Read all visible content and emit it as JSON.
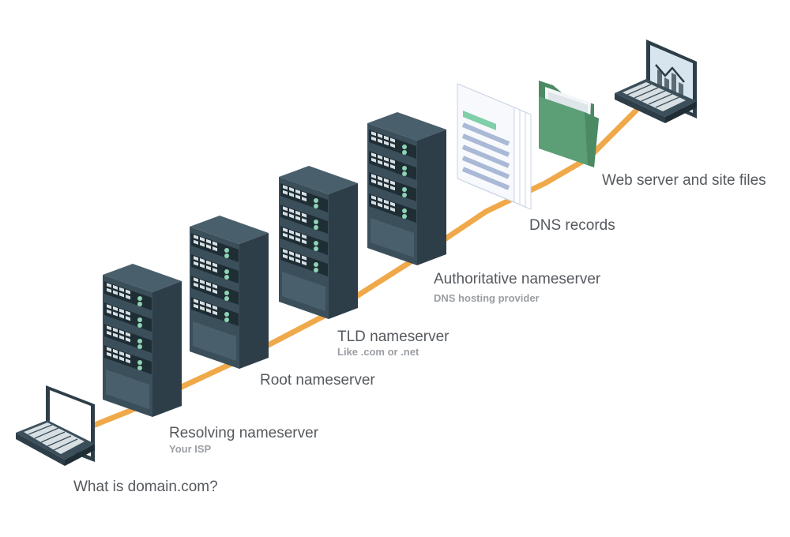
{
  "nodes": {
    "client": {
      "label": "What is domain.com?"
    },
    "resolver": {
      "label": "Resolving nameserver",
      "sublabel": "Your ISP"
    },
    "root": {
      "label": "Root nameserver"
    },
    "tld": {
      "label": "TLD nameserver",
      "sublabel": "Like .com or .net"
    },
    "authoritative": {
      "label": "Authoritative nameserver",
      "sublabel": "DNS hosting provider"
    },
    "records": {
      "label": "DNS records"
    },
    "webserver": {
      "label": "Web server and site files"
    }
  },
  "colors": {
    "connector": "#f0a94a",
    "server_dark": "#2d3e48",
    "server_mid": "#3b4f5b",
    "server_light": "#4a5f6c",
    "drive_face": "#d7dfe3",
    "led": "#8fd3b4",
    "folder": "#5c9e76",
    "folder_back": "#4c8a64",
    "record_accent": "#7fcfa8",
    "record_lines": "#a9b9d6",
    "text_main": "#55595e",
    "text_sub": "#9a9ea3"
  },
  "icons": {
    "client": "laptop-icon",
    "servers": "server-rack-icon",
    "records": "document-stack-icon",
    "folder": "folder-icon",
    "webserver": "laptop-chart-icon"
  }
}
